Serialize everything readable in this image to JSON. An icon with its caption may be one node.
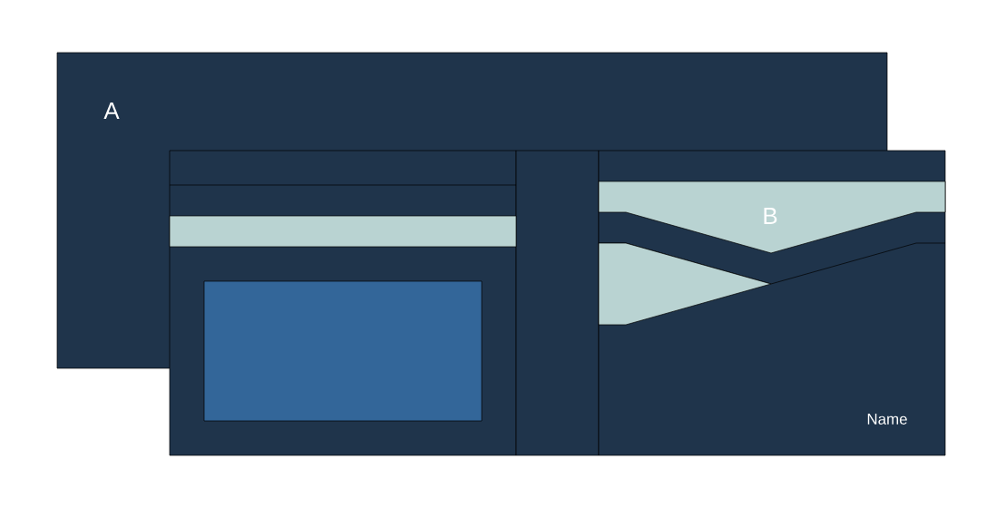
{
  "diagram": {
    "nodes": [
      {
        "text": [
          "A"
        ]
      },
      {
        "text": [],
        "shape": "box"
      },
      {
        "text": [
          "B"
        ]
      }
    ],
    "labels": [
      "Name"
    ]
  }
}
